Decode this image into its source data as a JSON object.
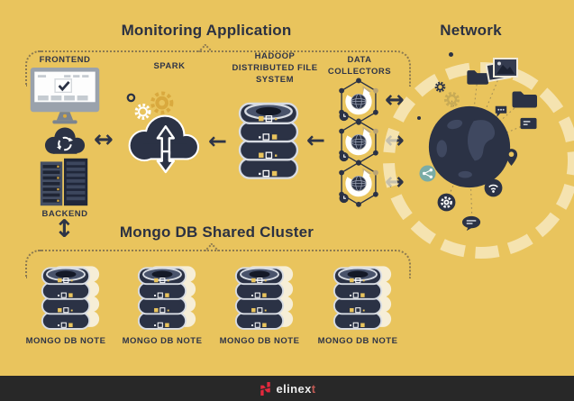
{
  "page": {
    "background": "#e9c45d",
    "ink": "#2e3447",
    "footer_bg": "#282828",
    "logo_red": "#e3293d",
    "ring": "#f0e0a6",
    "gear_yellow": "#d9a93e",
    "teal": "#7aaca6"
  },
  "titles": {
    "monitoring": "Monitoring Application",
    "network": "Network",
    "mongo_cluster": "Mongo DB Shared Cluster"
  },
  "labels": {
    "frontend": "FRONTEND",
    "spark": "SPARK",
    "hadoop_line1": "HADOOP",
    "hadoop_line2": "DISTRIBUTED FILE",
    "hadoop_line3": "SYSTEM",
    "collectors_line1": "DATA",
    "collectors_line2": "COLLECTORS",
    "backend": "BACKEND"
  },
  "mongo_nodes": [
    {
      "label": "MONGO DB NOTE"
    },
    {
      "label": "MONGO DB NOTE"
    },
    {
      "label": "MONGO DB NOTE"
    },
    {
      "label": "MONGO DB NOTE"
    }
  ],
  "icon_glyphs": {
    "arrow_horizontal": "↔",
    "arrow_vertical": "↕",
    "arrow_left": "←"
  },
  "footer": {
    "brand_main": "elinex",
    "brand_accent": "t"
  }
}
